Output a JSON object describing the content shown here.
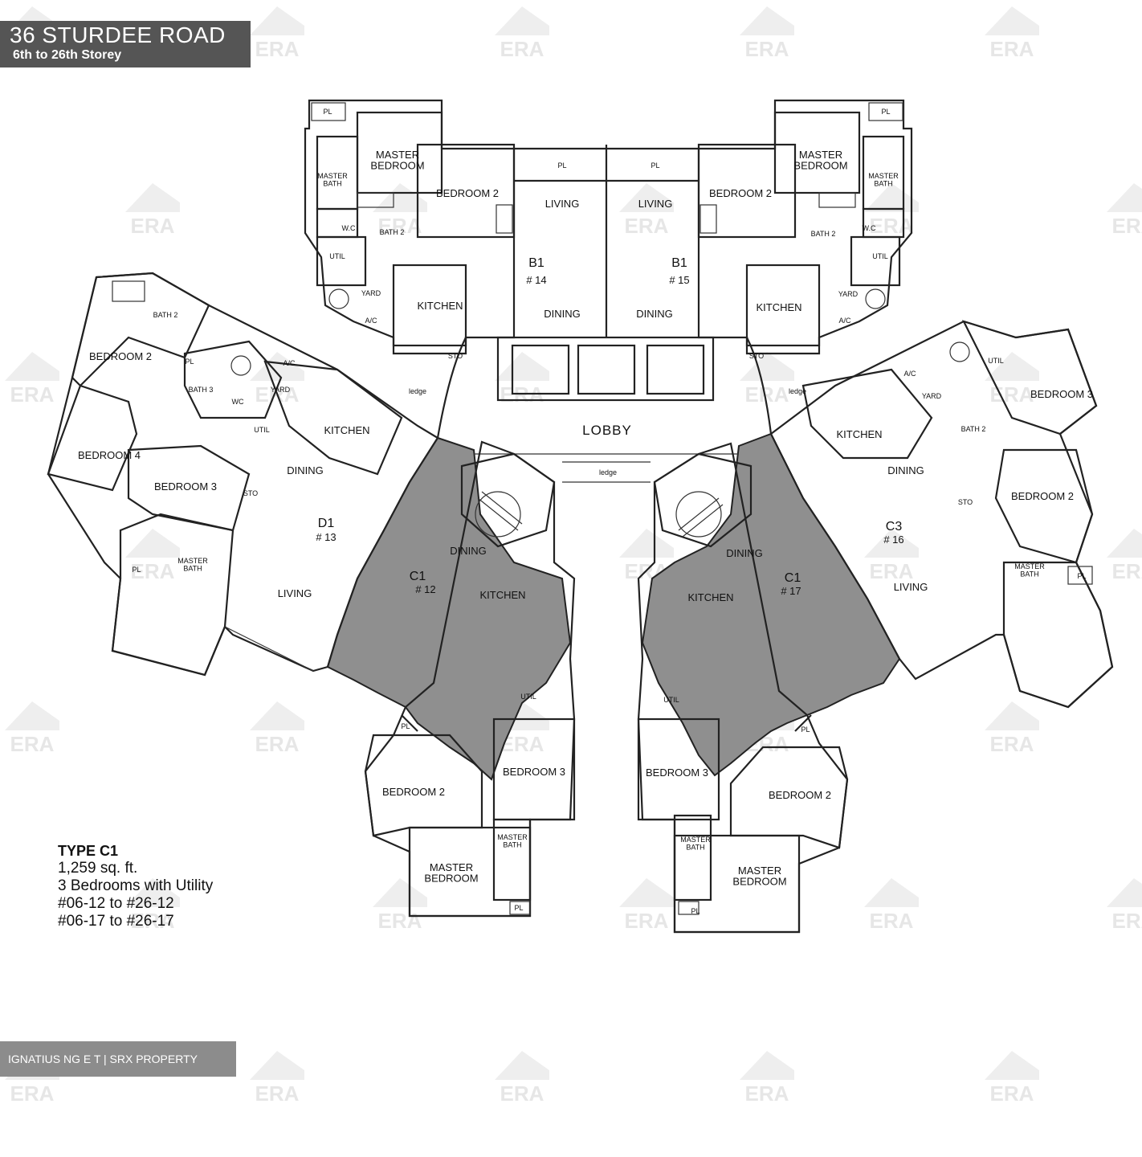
{
  "header": {
    "title": "36 STURDEE ROAD",
    "subtitle": "6th to 26th Storey"
  },
  "watermark": {
    "text": "ERA"
  },
  "lobby": {
    "label": "LOBBY",
    "ledge_label": "ledge",
    "sto_label": "STO"
  },
  "units": {
    "b1_14": {
      "type": "B1",
      "number": "# 14",
      "rooms": {
        "master_bedroom": "MASTER\nBEDROOM",
        "bedroom2": "BEDROOM 2",
        "living": "LIVING",
        "dining": "DINING",
        "kitchen": "KITCHEN",
        "master_bath": "MASTER\nBATH",
        "bath2": "BATH 2",
        "wc": "W.C",
        "util": "UTIL",
        "yard": "YARD",
        "ac": "A/C",
        "pl": "PL"
      }
    },
    "b1_15": {
      "type": "B1",
      "number": "# 15",
      "rooms": {
        "master_bedroom": "MASTER\nBEDROOM",
        "bedroom2": "BEDROOM 2",
        "living": "LIVING",
        "dining": "DINING",
        "kitchen": "KITCHEN",
        "master_bath": "MASTER\nBATH",
        "bath2": "BATH 2",
        "wc": "W.C",
        "util": "UTIL",
        "yard": "YARD",
        "ac": "A/C",
        "pl": "PL"
      }
    },
    "d1_13": {
      "type": "D1",
      "number": "# 13",
      "rooms": {
        "bedroom2": "BEDROOM 2",
        "bedroom3": "BEDROOM 3",
        "bedroom4": "BEDROOM 4",
        "dining": "DINING",
        "kitchen": "KITCHEN",
        "living": "LIVING",
        "bath2": "BATH 2",
        "bath3": "BATH 3",
        "wc": "WC",
        "util": "UTIL",
        "yard": "YARD",
        "ac": "A/C",
        "sto": "STO",
        "master_bath": "MASTER\nBATH",
        "pl": "PL"
      }
    },
    "c3_16": {
      "type": "C3",
      "number": "# 16",
      "rooms": {
        "bedroom2": "BEDROOM 2",
        "bedroom3": "BEDROOM 3",
        "dining": "DINING",
        "kitchen": "KITCHEN",
        "living": "LIVING",
        "bath2": "BATH 2",
        "util": "UTIL",
        "yard": "YARD",
        "ac": "A/C",
        "sto": "STO",
        "master_bath": "MASTER\nBATH",
        "pl": "PL"
      }
    },
    "c1_12": {
      "type": "C1",
      "number": "# 12",
      "rooms": {
        "dining": "DINING",
        "kitchen": "KITCHEN",
        "bedroom2": "BEDROOM 2",
        "bedroom3": "BEDROOM 3",
        "master_bedroom": "MASTER\nBEDROOM",
        "master_bath": "MASTER\nBATH",
        "util": "UTIL",
        "pl": "PL"
      }
    },
    "c1_17": {
      "type": "C1",
      "number": "# 17",
      "rooms": {
        "dining": "DINING",
        "kitchen": "KITCHEN",
        "bedroom2": "BEDROOM 2",
        "bedroom3": "BEDROOM 3",
        "master_bedroom": "MASTER\nBEDROOM",
        "master_bath": "MASTER\nBATH",
        "util": "UTIL",
        "pl": "PL"
      }
    }
  },
  "legend": {
    "type": "TYPE C1",
    "area": "1,259 sq. ft.",
    "bedrooms": "3 Bedrooms with Utility",
    "range1": "#06-12 to #26-12",
    "range2": "#06-17 to #26-17"
  },
  "credit": {
    "text": "IGNATIUS NG E T | SRX PROPERTY"
  }
}
